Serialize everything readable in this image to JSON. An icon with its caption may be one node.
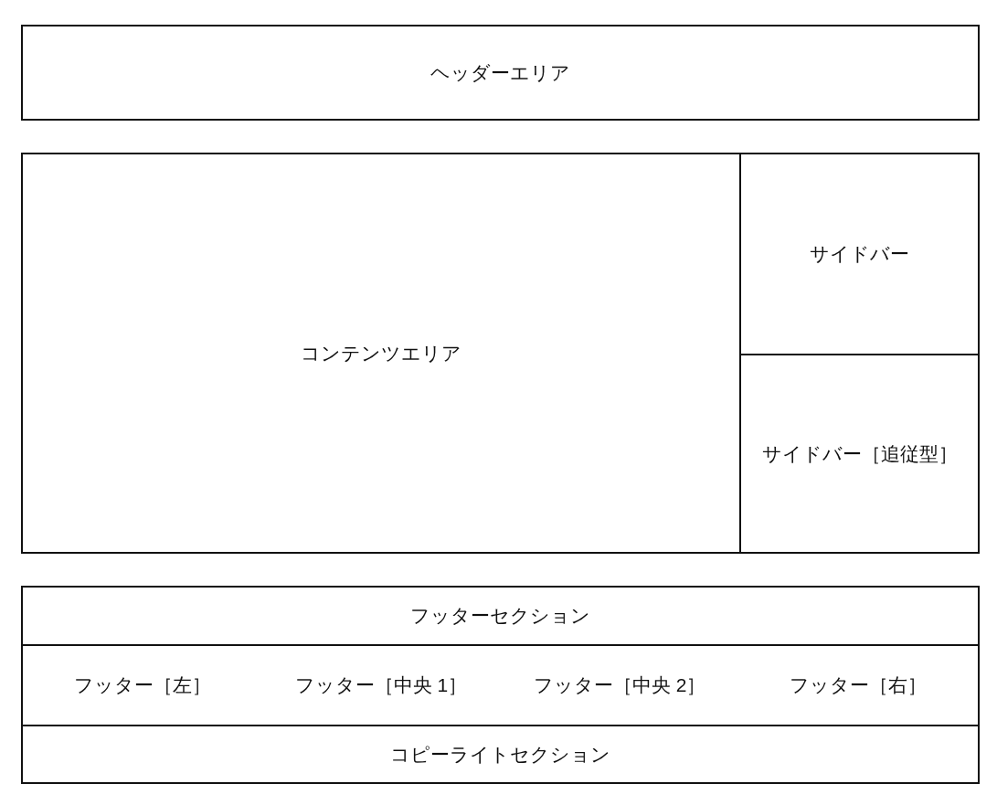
{
  "diagram": {
    "nodes": [
      {
        "text": [
          "ヘッダーエリア"
        ]
      },
      {
        "text": [
          "コンテンツエリア"
        ]
      },
      {
        "text": [
          "サイドバー"
        ]
      },
      {
        "text": [
          "サイドバー［追従型］"
        ]
      },
      {
        "text": [
          "フッターセクション"
        ]
      },
      {
        "text": [
          "フッター［左］",
          "フッター［中央 1］",
          "フッター［中央 2］",
          "フッター［右］"
        ]
      },
      {
        "text": [
          "コピーライトセクション"
        ]
      }
    ]
  }
}
